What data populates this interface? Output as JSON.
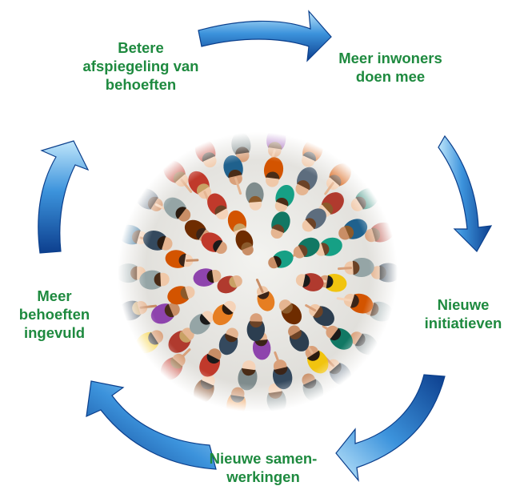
{
  "diagram": {
    "steps": [
      {
        "id": "top-left",
        "lines": [
          "Betere",
          "afspiegeling van",
          "behoeften"
        ]
      },
      {
        "id": "top-right",
        "lines": [
          "Meer inwoners",
          "doen mee"
        ]
      },
      {
        "id": "right",
        "lines": [
          "Nieuwe",
          "initiatieven"
        ]
      },
      {
        "id": "bottom",
        "lines": [
          "Nieuwe samen-",
          "werkingen"
        ]
      },
      {
        "id": "left",
        "lines": [
          "Meer",
          "behoeften",
          "ingevuld"
        ]
      }
    ],
    "center_image": "crowd-of-people-photo",
    "arrow_icon": "curved-arrow-icon",
    "colors": {
      "label_text": "#1e8a3f",
      "arrow_light": "#8fd0f5",
      "arrow_mid": "#2f86d4",
      "arrow_dark": "#0b3f8c"
    }
  }
}
